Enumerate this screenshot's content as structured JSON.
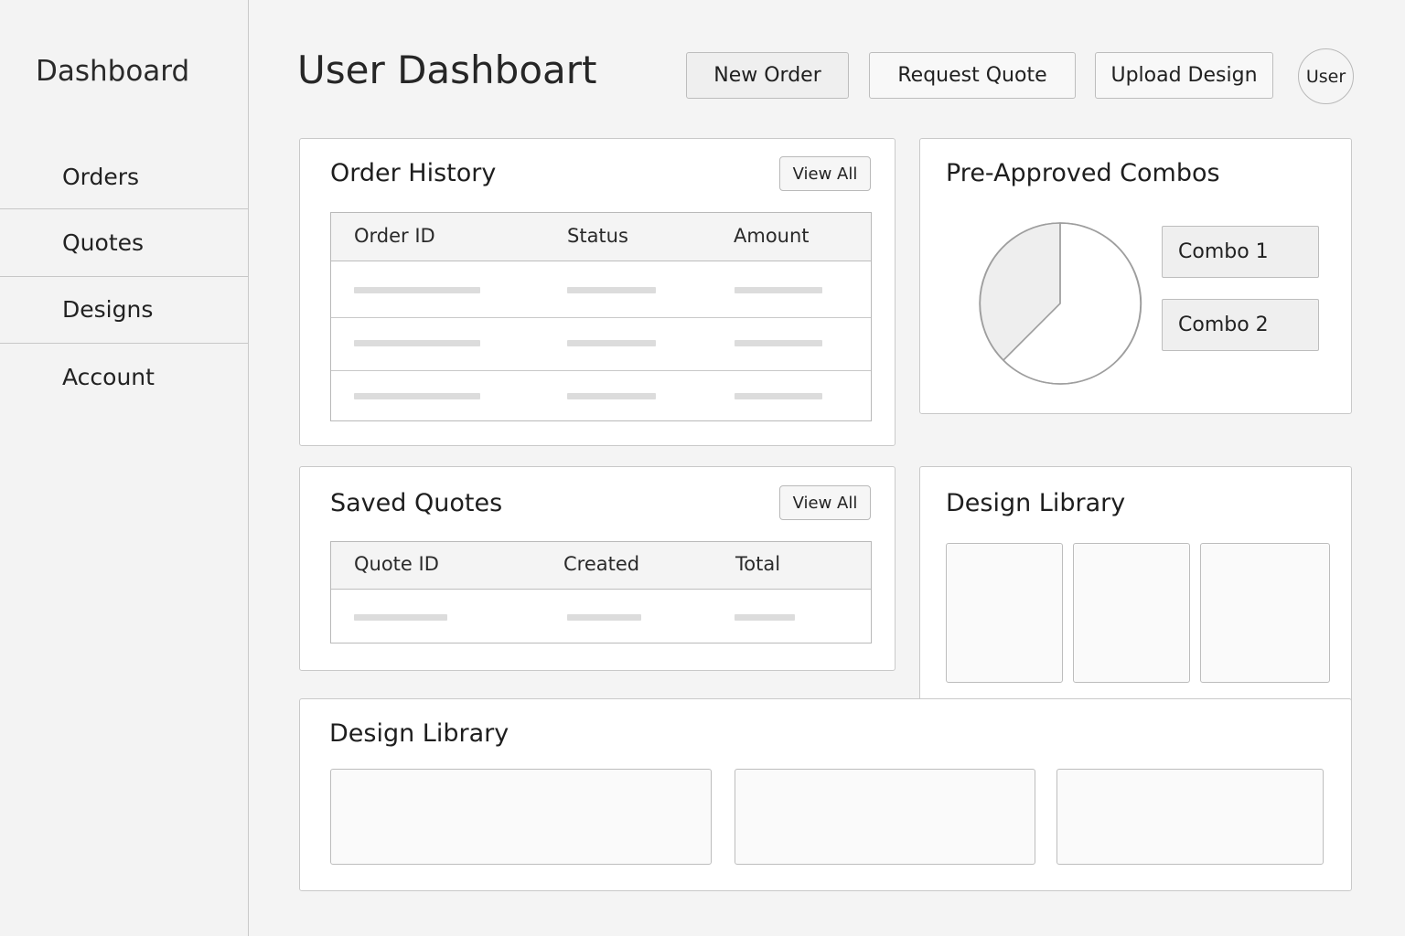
{
  "sidebar": {
    "title": "Dashboard",
    "items": [
      {
        "label": "Orders"
      },
      {
        "label": "Quotes"
      },
      {
        "label": "Designs"
      },
      {
        "label": "Account"
      }
    ]
  },
  "header": {
    "title": "User Dashboart",
    "buttons": {
      "new_order": "New Order",
      "request_quote": "Request Quote",
      "upload_design": "Upload Design"
    },
    "avatar_label": "User"
  },
  "order_history": {
    "title": "Order History",
    "view_all": "View All",
    "columns": [
      "Order ID",
      "Status",
      "Amount"
    ]
  },
  "combos": {
    "title": "Pre-Approved Combos",
    "items": [
      {
        "label": "Combo 1"
      },
      {
        "label": "Combo 2"
      }
    ]
  },
  "saved_quotes": {
    "title": "Saved Quotes",
    "view_all": "View All",
    "columns": [
      "Quote ID",
      "Created",
      "Total"
    ]
  },
  "design_library_side": {
    "title": "Design Library"
  },
  "design_library_bottom": {
    "title": "Design Library"
  },
  "colors": {
    "background": "#f4f4f4",
    "card": "#ffffff",
    "border": "#c9c9c9",
    "placeholder": "#dcdcdc",
    "pie_filled": "#eeeeee"
  }
}
